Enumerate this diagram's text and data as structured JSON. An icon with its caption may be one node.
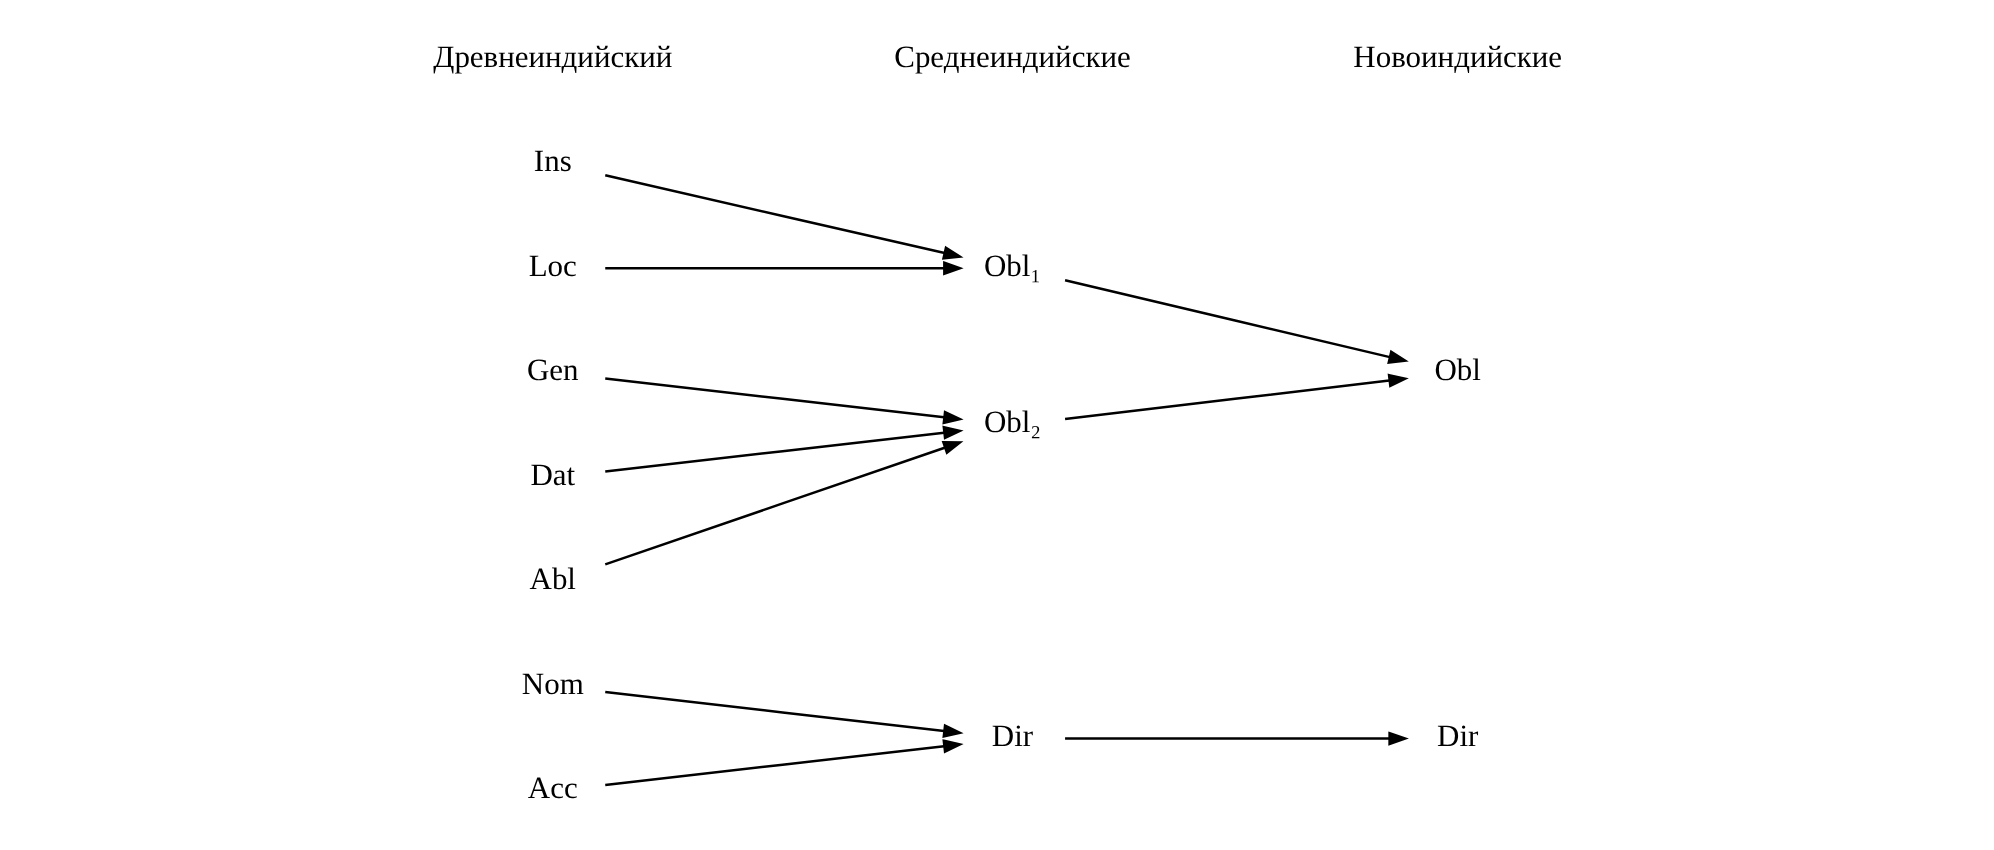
{
  "diagram": {
    "nodes": [
      {
        "text": [
          "Nom"
        ]
      },
      {
        "text": [
          "Acc"
        ]
      },
      {
        "text": [
          "Ins"
        ]
      },
      {
        "text": [
          "Loc"
        ]
      },
      {
        "text": [
          "Gen"
        ]
      },
      {
        "text": [
          "Dat"
        ]
      },
      {
        "text": [
          "Abl"
        ]
      },
      {
        "text": [
          "Dir"
        ]
      },
      {
        "text": [
          "Obl₁"
        ]
      },
      {
        "text": [
          "Obl₂"
        ]
      },
      {
        "text": [
          "Dir"
        ]
      },
      {
        "text": [
          "Obl"
        ]
      }
    ],
    "edges": [
      {
        "from": 0,
        "to": 7,
        "arrow": "to"
      },
      {
        "from": 1,
        "to": 7,
        "arrow": "to"
      },
      {
        "from": 2,
        "to": 8,
        "arrow": "to"
      },
      {
        "from": 3,
        "to": 8,
        "arrow": "to"
      },
      {
        "from": 4,
        "to": 9,
        "arrow": "to"
      },
      {
        "from": 5,
        "to": 9,
        "arrow": "to"
      },
      {
        "from": 6,
        "to": 9,
        "arrow": "to"
      },
      {
        "from": 7,
        "to": 10,
        "arrow": "to"
      },
      {
        "from": 8,
        "to": 11,
        "arrow": "to"
      },
      {
        "from": 9,
        "to": 11,
        "arrow": "to"
      }
    ],
    "labels": [
      "Древнеиндийский",
      "Среднеиндийские",
      "Новоиндийские"
    ]
  }
}
